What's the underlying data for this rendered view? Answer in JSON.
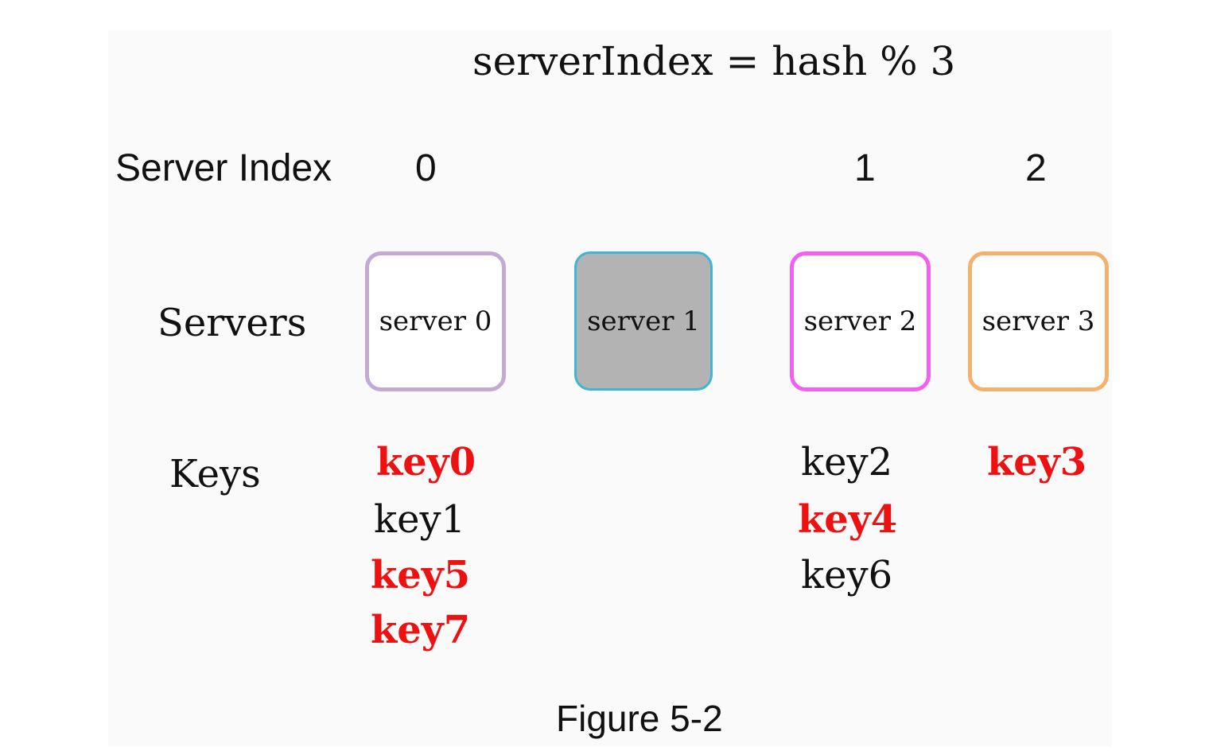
{
  "formula": "serverIndex = hash % 3",
  "row_labels": {
    "server_index": "Server Index",
    "servers": "Servers",
    "keys": "Keys"
  },
  "server_indices": [
    "0",
    "1",
    "2"
  ],
  "servers": [
    {
      "label": "server 0",
      "border_color": "#c3a9d3",
      "fill": "#ffffff"
    },
    {
      "label": "server 1",
      "border_color": "#42b5d3",
      "fill": "#b3b3b3"
    },
    {
      "label": "server 2",
      "border_color": "#f160ee",
      "fill": "#ffffff"
    },
    {
      "label": "server 3",
      "border_color": "#f5b06e",
      "fill": "#ffffff"
    }
  ],
  "key_columns": [
    {
      "server": "server 0",
      "keys": [
        {
          "label": "key0",
          "highlighted": true
        },
        {
          "label": "key1",
          "highlighted": false
        },
        {
          "label": "key5",
          "highlighted": true
        },
        {
          "label": "key7",
          "highlighted": true
        }
      ]
    },
    {
      "server": "server 1",
      "keys": []
    },
    {
      "server": "server 2",
      "keys": [
        {
          "label": "key2",
          "highlighted": false
        },
        {
          "label": "key4",
          "highlighted": true
        },
        {
          "label": "key6",
          "highlighted": false
        }
      ]
    },
    {
      "server": "server 3",
      "keys": [
        {
          "label": "key3",
          "highlighted": true
        }
      ]
    }
  ],
  "colors": {
    "highlight_key": "#ee1111",
    "normal_key": "#111111"
  },
  "caption": "Figure 5-2"
}
